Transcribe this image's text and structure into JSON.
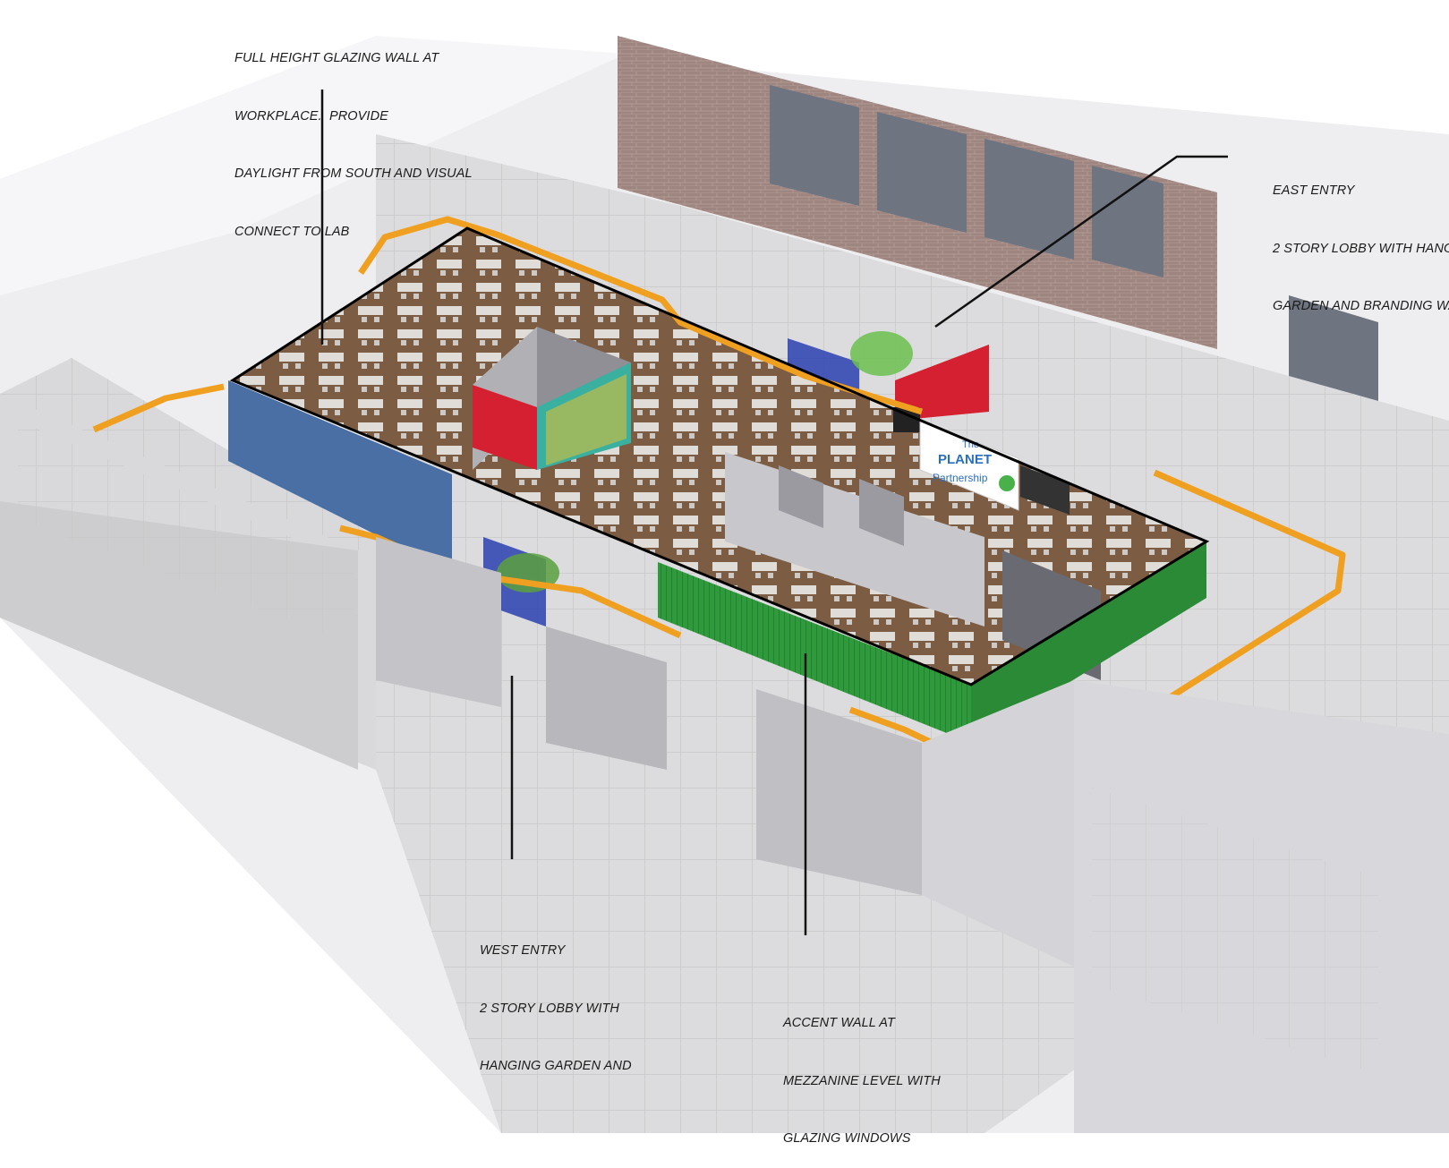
{
  "callouts": {
    "glazing": {
      "lines": [
        "FULL HEIGHT GLAZING WALL AT",
        "WORKPLACE.  PROVIDE",
        "DAYLIGHT FROM SOUTH AND VISUAL",
        "CONNECT TO LAB"
      ]
    },
    "east_entry": {
      "lines": [
        "EAST ENTRY",
        "2 STORY LOBBY WITH HANG",
        "GARDEN AND BRANDING WA"
      ]
    },
    "west_entry": {
      "lines": [
        "WEST ENTRY",
        "2 STORY LOBBY WITH",
        "HANGING GARDEN AND"
      ]
    },
    "accent_wall": {
      "lines": [
        "ACCENT WALL AT",
        "MEZZANINE LEVEL WITH",
        "GLAZING WINDOWS"
      ]
    }
  },
  "signage": {
    "line1": "The",
    "line2": "PLANET",
    "line3": "Partnership"
  },
  "colors": {
    "duct": "#f0a020",
    "accent_green": "#2f9a3c",
    "accent_blue": "#4a6fa5",
    "accent_red": "#d42030",
    "lobby_blue": "#2a3fb0",
    "outline": "#000000",
    "floor": "#7a5a40"
  }
}
